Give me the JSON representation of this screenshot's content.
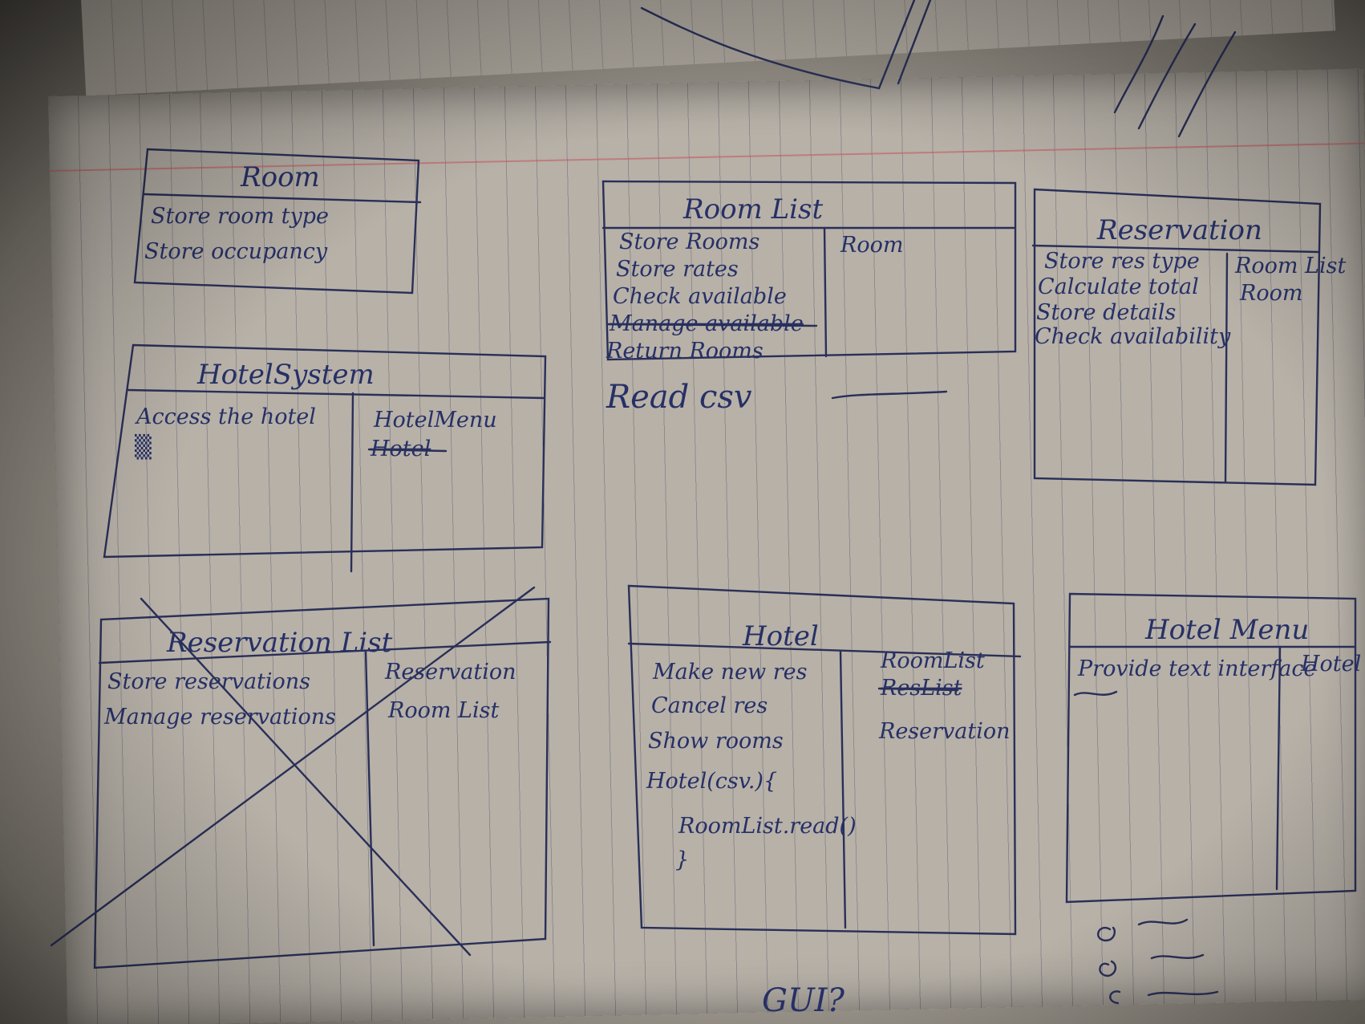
{
  "room": {
    "title": "Room",
    "responsibilities": [
      "Store room type",
      "Store occupancy"
    ]
  },
  "room_list": {
    "title": "Room List",
    "responsibilities": [
      "Store Rooms",
      "Store rates",
      "Check available",
      "Manage available",
      "Return Rooms"
    ],
    "collaborators": [
      "Room"
    ]
  },
  "reservation": {
    "title": "Reservation",
    "responsibilities": [
      "Store res type",
      "Calculate total",
      "Store details",
      "Check availability"
    ],
    "collaborators": [
      "Room List",
      "Room"
    ]
  },
  "hotel_system": {
    "title": "HotelSystem",
    "responsibilities": [
      "Access the hotel"
    ],
    "collaborators": [
      "HotelMenu",
      "Hotel"
    ]
  },
  "notes": {
    "read_csv": "Read csv",
    "gui": "GUI?"
  },
  "reservation_list": {
    "title": "Reservation List",
    "responsibilities": [
      "Store reservations",
      "Manage reservations"
    ],
    "collaborators": [
      "Reservation",
      "Room List"
    ]
  },
  "hotel": {
    "title": "Hotel",
    "responsibilities": [
      "Make new res",
      "Cancel res",
      "Show rooms",
      "Hotel(csv.){",
      "RoomList.read()",
      "}"
    ],
    "collaborators": [
      "RoomList",
      "ResList",
      "Reservation"
    ]
  },
  "hotel_menu": {
    "title": "Hotel Menu",
    "responsibilities": [
      "Provide text interface"
    ],
    "collaborators": [
      "Hotel"
    ]
  }
}
